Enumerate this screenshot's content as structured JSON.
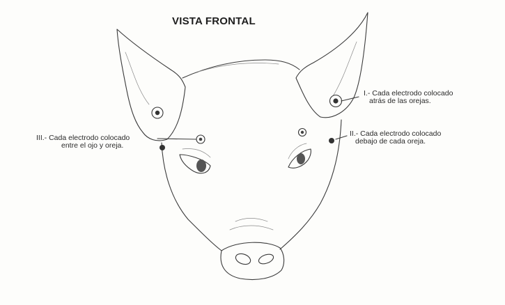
{
  "title": "VISTA FRONTAL",
  "annotations": {
    "behind_ears": {
      "line1": "I.- Cada electrodo colocado",
      "line2": "atrás de las orejas."
    },
    "below_ear": {
      "line1": "II.- Cada electrodo colocado",
      "line2": "debajo de cada oreja."
    },
    "eye_ear": {
      "line1": "III.- Cada electrodo colocado",
      "line2": "entre el ojo y oreja."
    }
  }
}
